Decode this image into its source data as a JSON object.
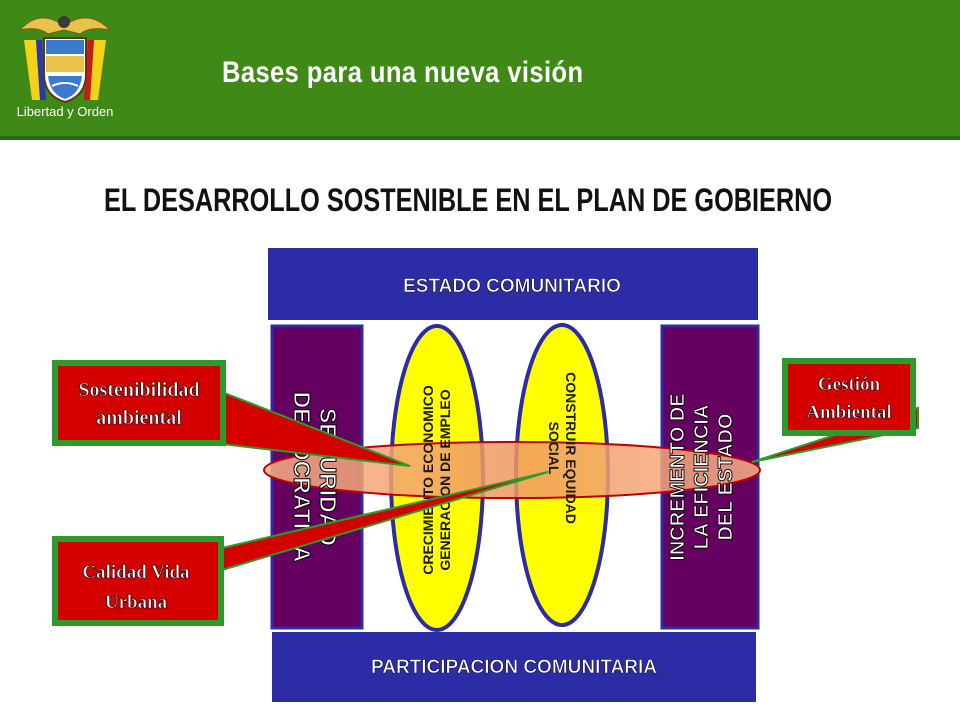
{
  "header": {
    "title": "Bases para una nueva visión",
    "logo_text": "Libertad y Orden"
  },
  "subtitle": "EL DESARROLLO SOSTENIBLE EN EL PLAN DE GOBIERNO",
  "diagram": {
    "top_box": "ESTADO COMUNITARIO",
    "bottom_box": "PARTICIPACION COMUNITARIA",
    "left_pillar": [
      "SEGURIDAD",
      "DEMOCRATICA"
    ],
    "right_pillar": [
      "INCREMENTO DE",
      "LA EFICIENCIA",
      "DEL ESTADO"
    ],
    "ellipse_1": [
      "CRECIMIENTO ECONOMICO",
      "GENERACION DE EMPLEO"
    ],
    "ellipse_2": [
      "CONSTRUIR EQUIDAD",
      "SOCIAL"
    ],
    "callouts": {
      "sostenibilidad": [
        "Sostenibilidad",
        "ambiental"
      ],
      "calidad": [
        "Calidad Vida",
        "Urbana"
      ],
      "gestion": [
        "Gestión",
        "Ambiental"
      ]
    }
  },
  "colors": {
    "header_green": "#3f8a17",
    "blue_box": "#2c2ca6",
    "purple_pillar": "#650060",
    "yellow_ellipse": "#ffff00",
    "callout_red": "#d40000",
    "callout_border": "#2e9a2e",
    "horizontal_ellipse": "#f4a070"
  }
}
